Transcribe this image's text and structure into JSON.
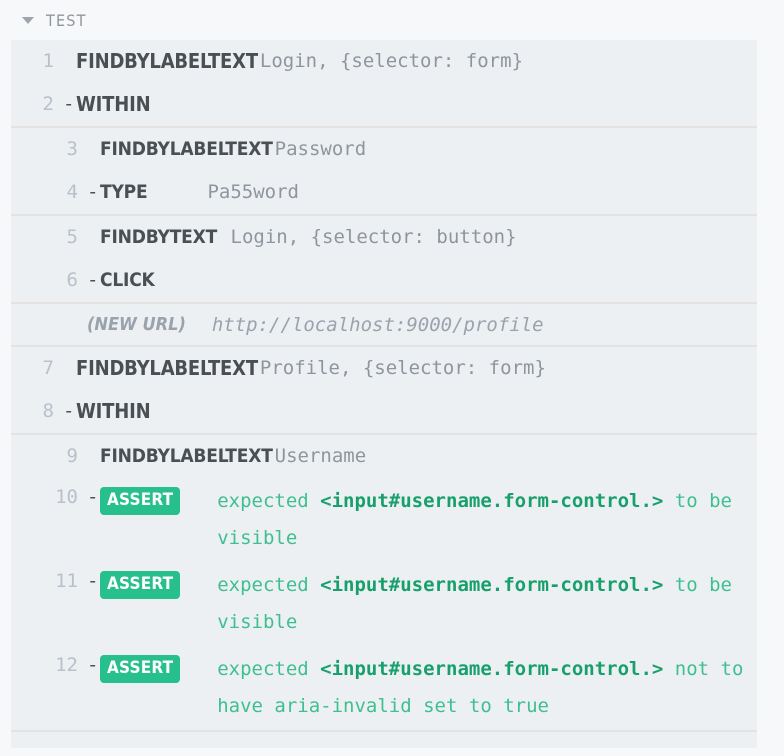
{
  "section": {
    "title": "TEST",
    "disclosure_icon": "triangle-down-icon",
    "expanded": true
  },
  "colors": {
    "page_background": "#f6f8f9",
    "list_background": "#edf0f2",
    "separator": "#e5e3e1",
    "line_number": "#b9c0cb",
    "command_text": "#4a4f54",
    "argument_text": "#8f959e",
    "meta_text": "#9aa2ad",
    "assert_badge": "#27bf8c",
    "assert_text": "#3fbf8f",
    "assert_selector": "#17a06c"
  },
  "groups": [
    {
      "rows": [
        {
          "type": "step",
          "line": "1",
          "level": 0,
          "dash": "",
          "command": "FINDBYLABELTEXT",
          "argument": "Login, {selector: form}"
        },
        {
          "type": "step",
          "line": "2",
          "level": 0,
          "dash": "-",
          "command": "WITHIN",
          "argument": ""
        }
      ]
    },
    {
      "rows": [
        {
          "type": "step",
          "line": "3",
          "level": 1,
          "dash": "",
          "command": "FINDBYLABELTEXT",
          "argument": "Password"
        },
        {
          "type": "step-value",
          "line": "4",
          "level": 1,
          "dash": "-",
          "command": "TYPE",
          "value": "Pa55word"
        }
      ]
    },
    {
      "rows": [
        {
          "type": "step",
          "line": "5",
          "level": 1,
          "dash": "",
          "command": "FINDBYTEXT",
          "argument": " Login, {selector: button}"
        },
        {
          "type": "step",
          "line": "6",
          "level": 1,
          "dash": "-",
          "command": "CLICK",
          "argument": ""
        }
      ]
    },
    {
      "rows": [
        {
          "type": "meta",
          "label": "(NEW URL)",
          "value": "http://localhost:9000/profile"
        }
      ]
    },
    {
      "rows": [
        {
          "type": "step",
          "line": "7",
          "level": 0,
          "dash": "",
          "command": "FINDBYLABELTEXT",
          "argument": "Profile, {selector: form}"
        },
        {
          "type": "step",
          "line": "8",
          "level": 0,
          "dash": "-",
          "command": "WITHIN",
          "argument": ""
        }
      ]
    },
    {
      "rows": [
        {
          "type": "step",
          "line": "9",
          "level": 1,
          "dash": "",
          "command": "FINDBYLABELTEXT",
          "argument": "Username"
        },
        {
          "type": "assert",
          "line": "10",
          "level": 1,
          "dash": "-",
          "badge": "ASSERT",
          "prefix": "expected ",
          "selector": "<input#username.form-control.>",
          "suffix": " to be visible"
        },
        {
          "type": "assert",
          "line": "11",
          "level": 1,
          "dash": "-",
          "badge": "ASSERT",
          "prefix": "expected ",
          "selector": "<input#username.form-control.>",
          "suffix": " to be visible"
        },
        {
          "type": "assert",
          "line": "12",
          "level": 1,
          "dash": "-",
          "badge": "ASSERT",
          "prefix": "expected ",
          "selector": "<input#username.form-control.>",
          "suffix": " not to have aria-invalid set to true"
        }
      ]
    }
  ]
}
